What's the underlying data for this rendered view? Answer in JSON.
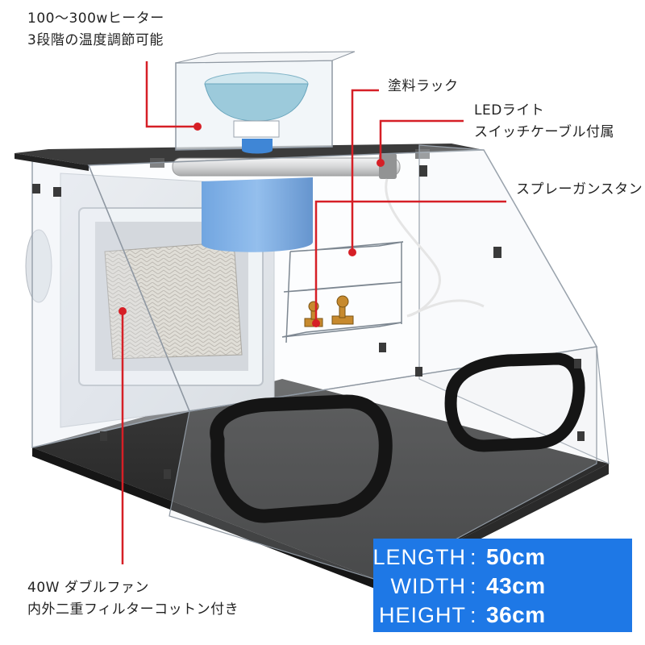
{
  "callouts": {
    "heater": [
      "100～300wヒーター",
      "3段階の温度調節可能"
    ],
    "paint_rack": [
      "塗料ラック"
    ],
    "led_light": [
      "LEDライト",
      "スイッチケーブル付属"
    ],
    "spray_gun_stand": [
      "スプレーガンスタンド"
    ],
    "fan": [
      "40W ダブルファン",
      "内外二重フィルターコットン付き"
    ]
  },
  "specs": [
    {
      "label": "LENGTH",
      "value": "50cm"
    },
    {
      "label": "WIDTH",
      "value": "43cm"
    },
    {
      "label": "HEIGHT",
      "value": "36cm"
    }
  ],
  "colors": {
    "callout_line": "#d61f26",
    "spec_panel": "#1e78e6",
    "spec_text": "#ffffff",
    "duct": "#3f86d6",
    "base": "#2b2b2b",
    "glove_ring": "#1a1a1a"
  }
}
